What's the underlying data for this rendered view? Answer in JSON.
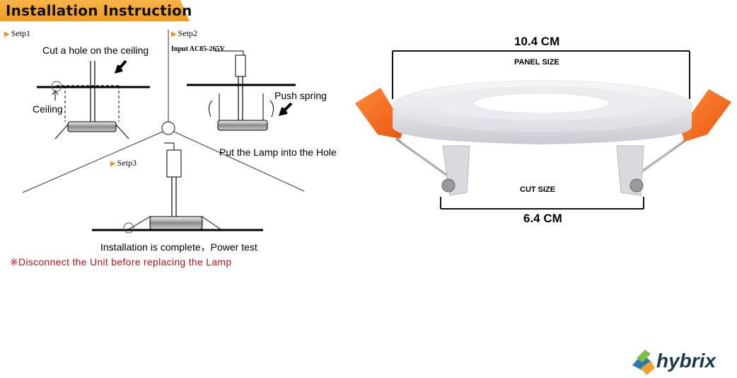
{
  "header": {
    "title": "Installation Instruction",
    "color": "#f09a1f"
  },
  "steps": {
    "step1": {
      "label": "Setp1",
      "instruction": "Cut a hole on the ceiling",
      "ceiling_label": "Ceiling"
    },
    "step2": {
      "label": "Setp2",
      "input_label": "Input AC85-265V",
      "spring_label": "Push spring",
      "instruction": "Put the Lamp into the Hole"
    },
    "step3": {
      "label": "Setp3",
      "instruction": "Installation is complete，Power test"
    }
  },
  "warning": {
    "text": "※Disconnect the Unit before replacing the Lamp",
    "color": "#b5141a"
  },
  "product": {
    "panel_dimension": "10.4 CM",
    "panel_label": "PANEL SIZE",
    "cut_label": "CUT SIZE",
    "cut_dimension": "6.4 CM",
    "clip_color": "#f26a1b"
  },
  "brand": {
    "name": "hybrix",
    "icon": "hybrix-logo-icon"
  }
}
